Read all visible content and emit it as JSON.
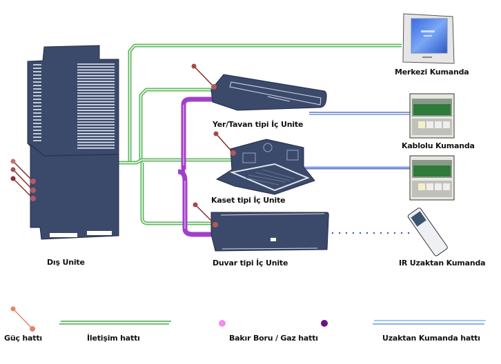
{
  "diagram": {
    "outdoor_unit": {
      "label": "Dış Unite"
    },
    "indoor_units": [
      {
        "id": "ceiling",
        "label": "Yer/Tavan tipi İç Unite"
      },
      {
        "id": "cassette",
        "label": "Kaset tipi İç Unite"
      },
      {
        "id": "wall",
        "label": "Duvar tipi İç Unite"
      }
    ],
    "controllers": [
      {
        "id": "central",
        "label": "Merkezi Kumanda",
        "connection": "communication"
      },
      {
        "id": "wired-1",
        "label": "Kablolu Kumanda",
        "connection": "remote"
      },
      {
        "id": "wired-2",
        "label": "",
        "connection": "remote"
      },
      {
        "id": "ir",
        "label": "IR Uzaktan Kumanda",
        "connection": "infrared"
      }
    ]
  },
  "legend": [
    {
      "id": "power",
      "label": "Güç hattı",
      "color": "#e8836a"
    },
    {
      "id": "communication",
      "label": "İletişim hattı",
      "color": "#6cc06c"
    },
    {
      "id": "refrigerant",
      "label": "Bakır Boru / Gaz  hattı",
      "color": "#b24fd0"
    },
    {
      "id": "remote",
      "label": "Uzaktan Kumanda  hattı",
      "color": "#8ab8f0"
    }
  ],
  "colors": {
    "unit_body": "#3b4a6b",
    "comm_line": "#5fb85f",
    "pipe_light": "#e87ae8",
    "pipe_dark": "#7a1c9a",
    "remote_line": "#8aa8e8",
    "power_dot": "#a04848"
  }
}
